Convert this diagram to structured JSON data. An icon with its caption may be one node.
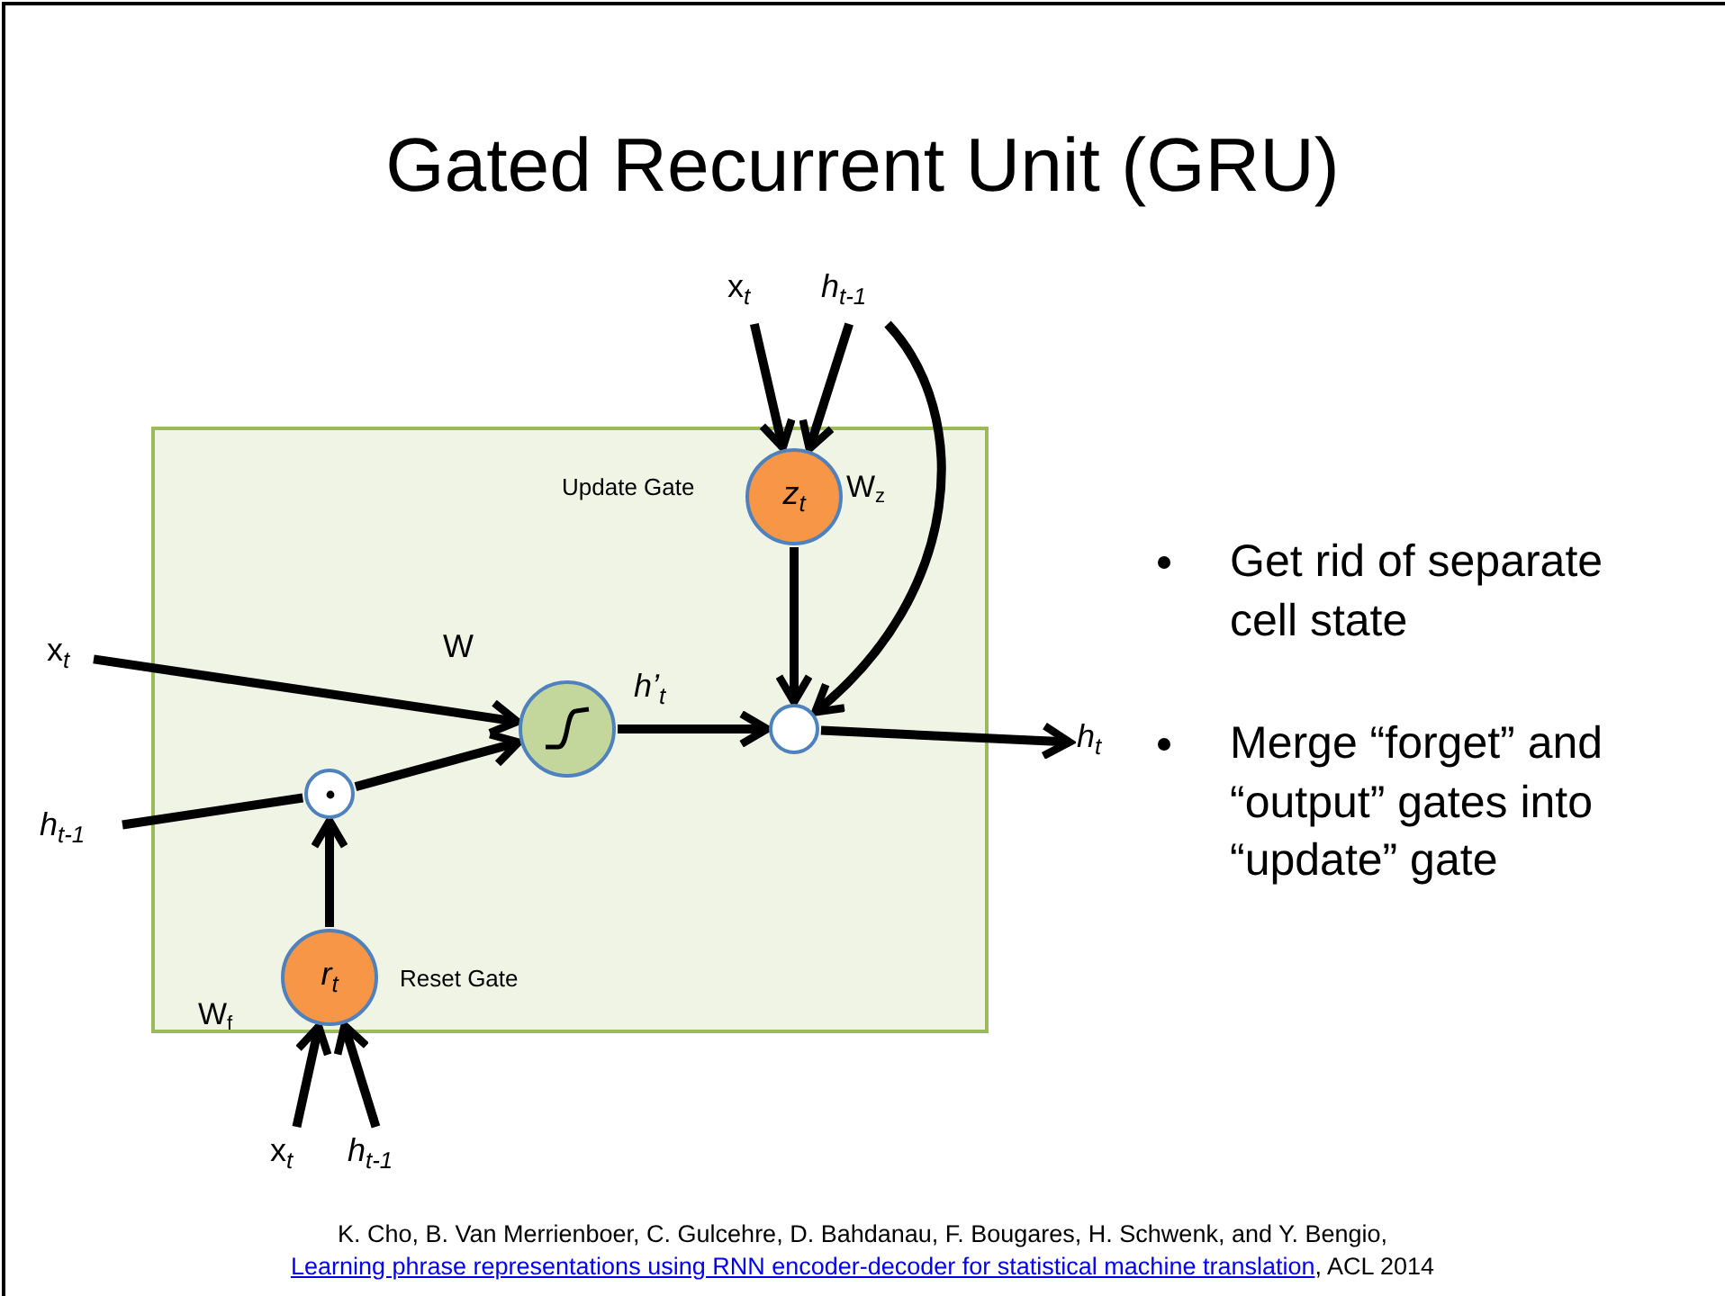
{
  "diagram": {
    "title": "Gated Recurrent Unit (GRU)",
    "nodes": [
      {
        "text": [],
        "shape": "box"
      },
      {
        "text": [
          "x$_{t}$"
        ]
      },
      {
        "text": [
          "h$_{t-1}$"
        ]
      },
      {
        "text": [
          "z$_{t}$"
        ],
        "in": 0,
        "beside": [
          "Update Gate",
          "W$_{z}$"
        ]
      },
      {
        "text": [
          "x$_{t}$"
        ]
      },
      {
        "text": [
          "h$_{t-1}$"
        ]
      },
      {
        "text": [],
        "shape": "circle",
        "in": 0
      },
      {
        "text": [],
        "shape": "circle",
        "in": 0
      },
      {
        "text": [],
        "shape": "circle",
        "in": 0
      },
      {
        "text": [
          "h$_{t}$"
        ]
      },
      {
        "text": [
          "r$_{t}$"
        ],
        "in": 0,
        "beside": [
          "Reset Gate",
          "W$_{f}$"
        ]
      },
      {
        "text": [
          "x$_{t}$"
        ]
      },
      {
        "text": [
          "h$_{t-1}$"
        ]
      }
    ],
    "edges": [
      {
        "from": 1,
        "to": 3,
        "arrow": "to"
      },
      {
        "from": 2,
        "to": 3,
        "arrow": "to"
      },
      {
        "from": 2,
        "to": 8,
        "arrow": "to"
      },
      {
        "from": 3,
        "to": 8,
        "arrow": "to"
      },
      {
        "from": 4,
        "to": 6,
        "arrow": "to",
        "label": "W"
      },
      {
        "from": 5,
        "to": 7,
        "arrow": "none"
      },
      {
        "from": 7,
        "to": 6,
        "arrow": "to"
      },
      {
        "from": 6,
        "to": 8,
        "arrow": "to",
        "label": "h’$_{t}$"
      },
      {
        "from": 8,
        "to": 9,
        "arrow": "to"
      },
      {
        "from": 10,
        "to": 7,
        "arrow": "to"
      },
      {
        "from": 11,
        "to": 10,
        "arrow": "to"
      },
      {
        "from": 12,
        "to": 10,
        "arrow": "to"
      }
    ],
    "labels": [
      "Get rid of separate cell state",
      "Merge “forget” and “output” gates into “update” gate",
      "K. Cho, B. Van Merrienboer, C. Gulcehre, D. Bahdanau, F. Bougares, H. Schwenk, and Y. Bengio,",
      "Learning phrase representations using RNN encoder-decoder for statistical machine translation",
      ", ACL 2014"
    ]
  }
}
